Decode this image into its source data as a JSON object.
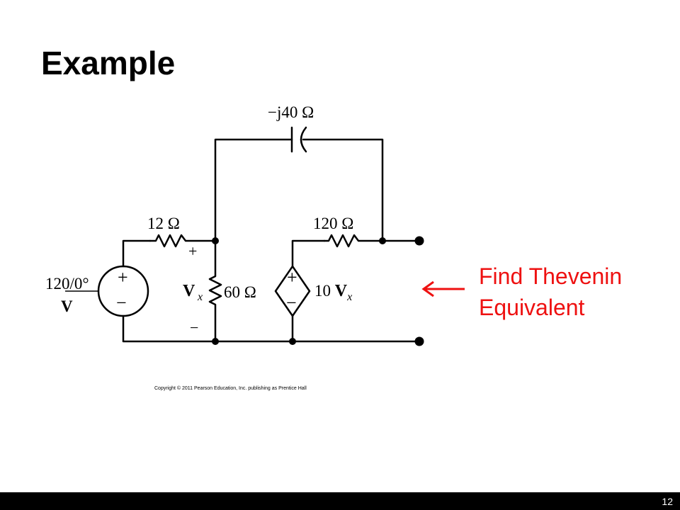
{
  "slide": {
    "title": "Example",
    "copyright": "Copyright © 2011 Pearson Education, Inc. publishing as Prentice Hall",
    "annotation": {
      "line1": "Find Thevenin",
      "line2": "Equivalent"
    },
    "page_number": "12"
  },
  "circuit": {
    "capacitor_label": "−j40 Ω",
    "r1_label": "12 Ω",
    "r2_label": "60 Ω",
    "r3_label": "120 Ω",
    "source_value": "120/0°",
    "source_unit": "V",
    "plus_sign": "+",
    "minus_sign": "−",
    "vx_label": "V",
    "vx_subscript": "x",
    "dep_gain": "10 ",
    "dep_var": "V",
    "dep_subscript": "x"
  },
  "colors": {
    "annotation": "#ee1111",
    "footer_bg": "#000000",
    "wire": "#000000"
  }
}
